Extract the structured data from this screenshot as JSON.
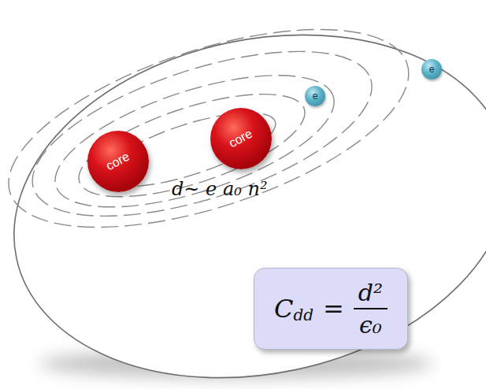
{
  "diagram": {
    "nodes": [
      {
        "text": [
          "core"
        ]
      },
      {
        "text": [
          "core"
        ]
      },
      {
        "text": [
          "e"
        ]
      },
      {
        "text": [
          "e"
        ]
      },
      {
        "text": [
          "C",
          "dd",
          "=",
          "d²",
          "ϵ₀"
        ]
      }
    ],
    "labels": [
      "d∼ e a₀ n²"
    ]
  }
}
